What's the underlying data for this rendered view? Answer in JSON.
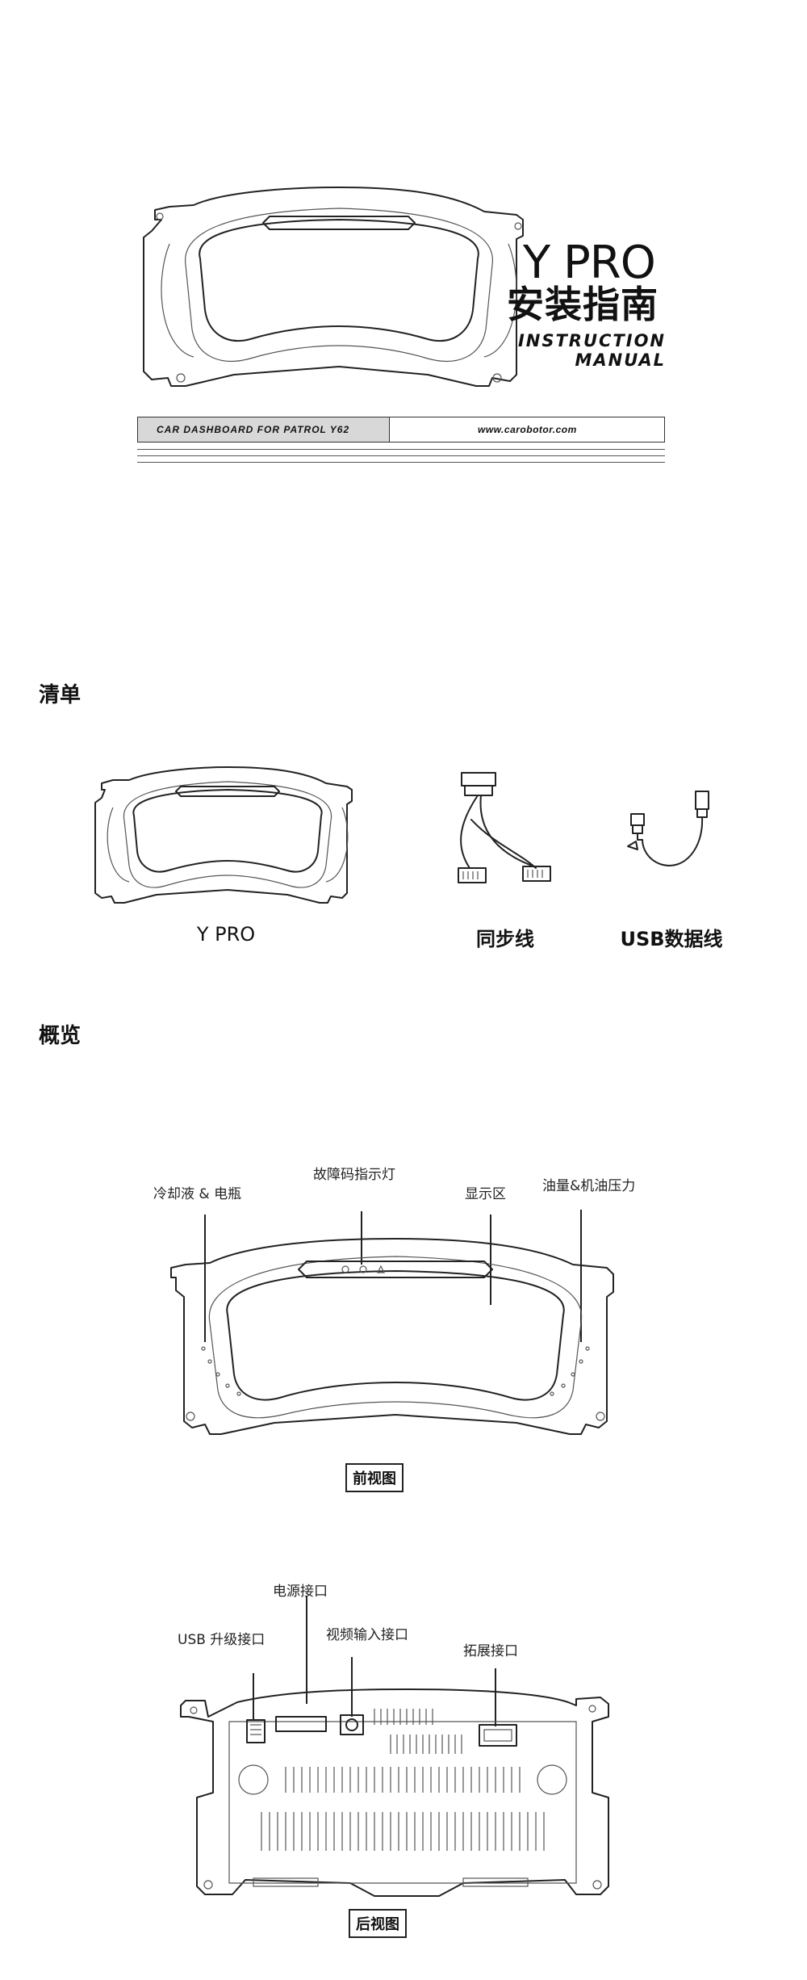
{
  "cover": {
    "title": "Y PRO",
    "subtitle_cn": "安装指南",
    "subtitle_en_line1": "INSTRUCTION",
    "subtitle_en_line2": "MANUAL",
    "bar_left": "CAR DASHBOARD FOR PATROL Y62",
    "bar_right": "www.carobotor.com"
  },
  "checklist": {
    "heading": "清单",
    "items": [
      {
        "label": "Y PRO",
        "icon": "dashboard-icon"
      },
      {
        "label": "同步线",
        "icon": "sync-cable-icon"
      },
      {
        "label": "USB数据线",
        "icon": "usb-cable-icon"
      }
    ]
  },
  "overview": {
    "heading": "概览",
    "front": {
      "callouts": {
        "coolant_battery": "冷却液 & 电瓶",
        "fault_indicator": "故障码指示灯",
        "display_area": "显示区",
        "oil_pressure": "油量&机油压力"
      },
      "caption": "前视图"
    },
    "back": {
      "callouts": {
        "power_port": "电源接口",
        "usb_upgrade": "USB 升级接口",
        "video_input": "视频输入接口",
        "expansion_port": "拓展接口"
      },
      "caption": "后视图"
    }
  }
}
